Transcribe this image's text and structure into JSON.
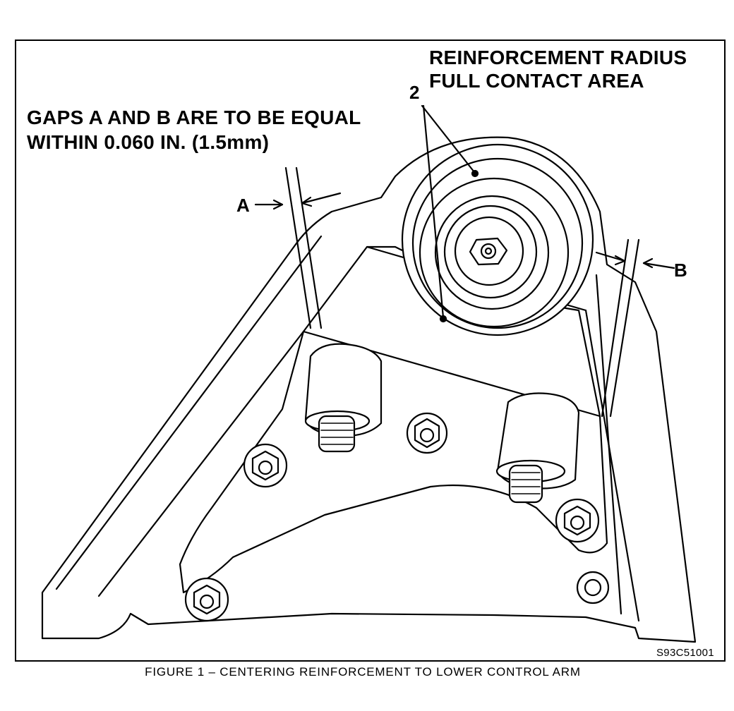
{
  "callout": {
    "title_line1": "REINFORCEMENT RADIUS",
    "title_line2": "FULL CONTACT AREA",
    "number": "2"
  },
  "note": {
    "line1": "GAPS A AND B ARE TO BE EQUAL",
    "line2": "WITHIN 0.060 IN. (1.5mm)"
  },
  "gap_labels": {
    "a": "A",
    "b": "B"
  },
  "figure_code": "S93C51001",
  "caption": "FIGURE 1 – CENTERING REINFORCEMENT TO LOWER CONTROL ARM"
}
